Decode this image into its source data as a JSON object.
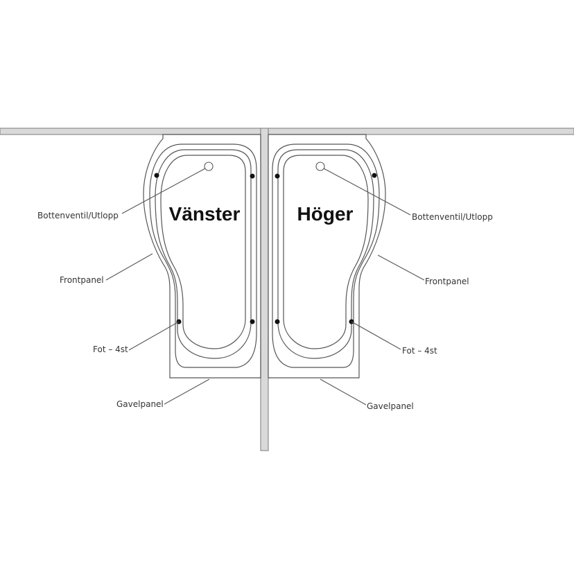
{
  "diagram": {
    "left_title": "Vänster",
    "right_title": "Höger",
    "labels": {
      "drain": "Bottenventil/Utlopp",
      "front_panel": "Frontpanel",
      "feet": "Fot – 4st",
      "end_panel": "Gavelpanel"
    }
  }
}
